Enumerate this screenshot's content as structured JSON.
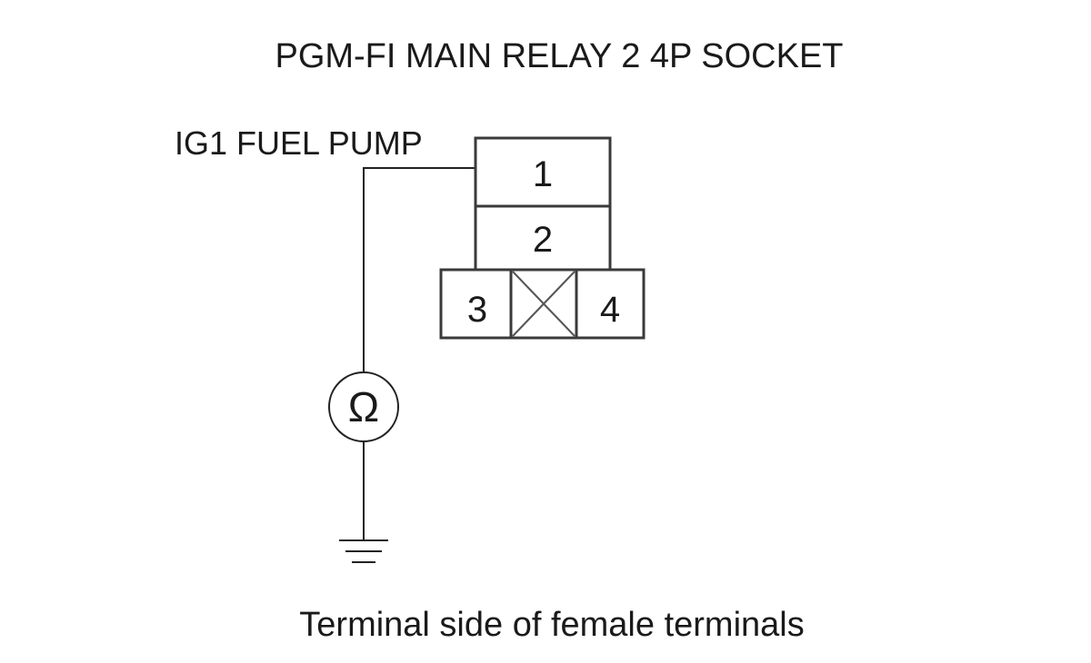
{
  "title": "PGM-FI MAIN RELAY 2 4P SOCKET",
  "wire_label": "IG1 FUEL PUMP",
  "caption": "Terminal side of female terminals",
  "connector": {
    "terminal_1": "1",
    "terminal_2": "2",
    "terminal_3": "3",
    "terminal_4": "4"
  },
  "meter": {
    "symbol": "Ω"
  }
}
